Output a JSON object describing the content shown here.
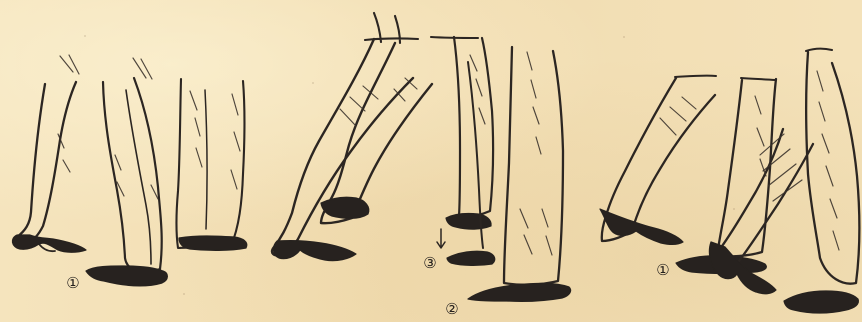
{
  "illustration": {
    "panel_labels": {
      "left_one": "①",
      "middle_three": "③",
      "middle_two": "②",
      "right_one": "①"
    }
  }
}
